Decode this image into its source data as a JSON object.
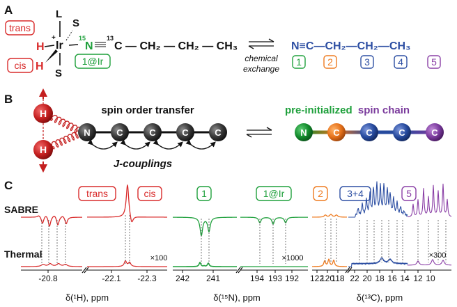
{
  "panels": {
    "A": "A",
    "B": "B",
    "C": "C"
  },
  "panel_a": {
    "trans_box": "trans",
    "cis_box": "cis",
    "H1": "H",
    "H2": "H",
    "L": "L",
    "S_top": "S",
    "S_bottom": "S",
    "Ir": "Ir",
    "plus": "+",
    "N15_sup": "15",
    "N": "N",
    "C13_sup": "13",
    "complex_chain": "C — CH₂ — CH₂ — CH₃",
    "complex_label": "1@Ir",
    "exchange_line1": "chemical",
    "exchange_line2": "exchange",
    "free_chain": "N≡C—CH₂—CH₂—CH₃",
    "atom_numbers": [
      "1",
      "2",
      "3",
      "4",
      "5"
    ],
    "atom_colors": [
      "#1fa03c",
      "#ee7a1e",
      "#2d4fa3",
      "#2d4fa3",
      "#8a3fa6"
    ]
  },
  "panel_b": {
    "H_top": "H",
    "H_bottom": "H",
    "spin_transfer": "spin order transfer",
    "j_couplings": "J-couplings",
    "chain_atoms": [
      "N",
      "C",
      "C",
      "C",
      "C"
    ],
    "pre_word": "pre-initialized",
    "spin_word": "spin chain",
    "pre_color": "#1fa03c",
    "spin_color": "#7a3a9c"
  },
  "panel_c": {
    "row_sabre": "SABRE",
    "row_thermal": "Thermal",
    "h_labels": [
      "trans",
      "cis"
    ],
    "n_labels": [
      "1",
      "1@Ir"
    ],
    "c_labels": [
      "2",
      "3+4",
      "5"
    ],
    "scale_h": "×100",
    "scale_n": "×1000",
    "scale_c": "×300",
    "axis_h": "δ(¹H), ppm",
    "axis_n": "δ(¹⁵N), ppm",
    "axis_c": "δ(¹³C), ppm",
    "ticks_h1": [
      "-20.8"
    ],
    "ticks_h2": [
      "-22.1",
      "-22.3"
    ],
    "ticks_n1": [
      "242",
      "241"
    ],
    "ticks_n2": [
      "194",
      "193",
      "192"
    ],
    "ticks_c1": [
      "122",
      "120",
      "118"
    ],
    "ticks_c2": [
      "22",
      "20",
      "18",
      "16",
      "14",
      "12",
      "10"
    ],
    "colors": {
      "h": "#d92b2b",
      "n": "#1fa03c",
      "c2": "#ee7a1e",
      "c34": "#2d4fa3",
      "c5": "#8a3fa6"
    }
  }
}
